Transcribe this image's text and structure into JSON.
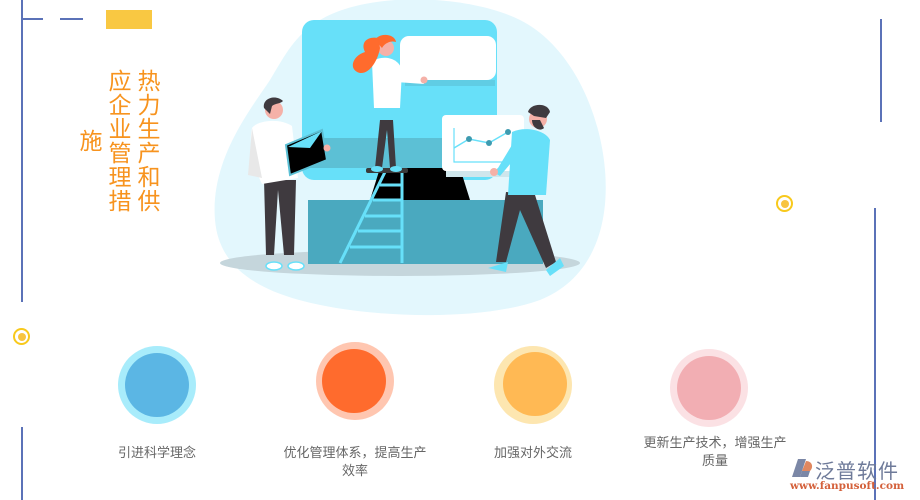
{
  "title": {
    "text": "热力生产和供应企业管理措施",
    "color": "#f7931e"
  },
  "decor": {
    "line_color": "#5b72b8",
    "accent_yellow": "#f9c842",
    "target_icon": "bullseye-icon"
  },
  "illustration": {
    "description": "Team of three people working with a large screen, charts and a ladder",
    "icons": [
      "woman-on-ladder",
      "man-with-tablet",
      "man-with-line-chart",
      "speech-bubble-board",
      "line-chart-board",
      "ladder"
    ]
  },
  "features": [
    {
      "label": "引进科学理念",
      "outer_color": "#a8ecfb",
      "inner_color": "#5bb6e4"
    },
    {
      "label": "优化管理体系，提高生产效率",
      "outer_color": "#ffc6b0",
      "inner_color": "#ff6b2d"
    },
    {
      "label": "加强对外交流",
      "outer_color": "#fde6b0",
      "inner_color": "#ffb954"
    },
    {
      "label": "更新生产技术，增强生产质量",
      "outer_color": "#fbe1e4",
      "inner_color": "#f2aeb3"
    }
  ],
  "logo": {
    "name": "泛普软件",
    "url": "www.fanpusoft.com"
  }
}
